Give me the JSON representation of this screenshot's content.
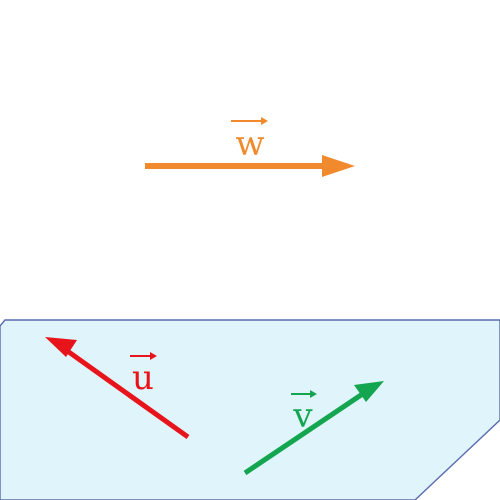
{
  "plane": {
    "fill_color": "#dff4fb",
    "stroke_color": "#5a6bb0"
  },
  "vectors": [
    {
      "key": "w",
      "label": "w",
      "color": "#f08a2c",
      "arrow_over_label": true
    },
    {
      "key": "u",
      "label": "u",
      "color": "#e8141b",
      "arrow_over_label": true
    },
    {
      "key": "v",
      "label": "v",
      "color": "#14a550",
      "arrow_over_label": true
    }
  ]
}
